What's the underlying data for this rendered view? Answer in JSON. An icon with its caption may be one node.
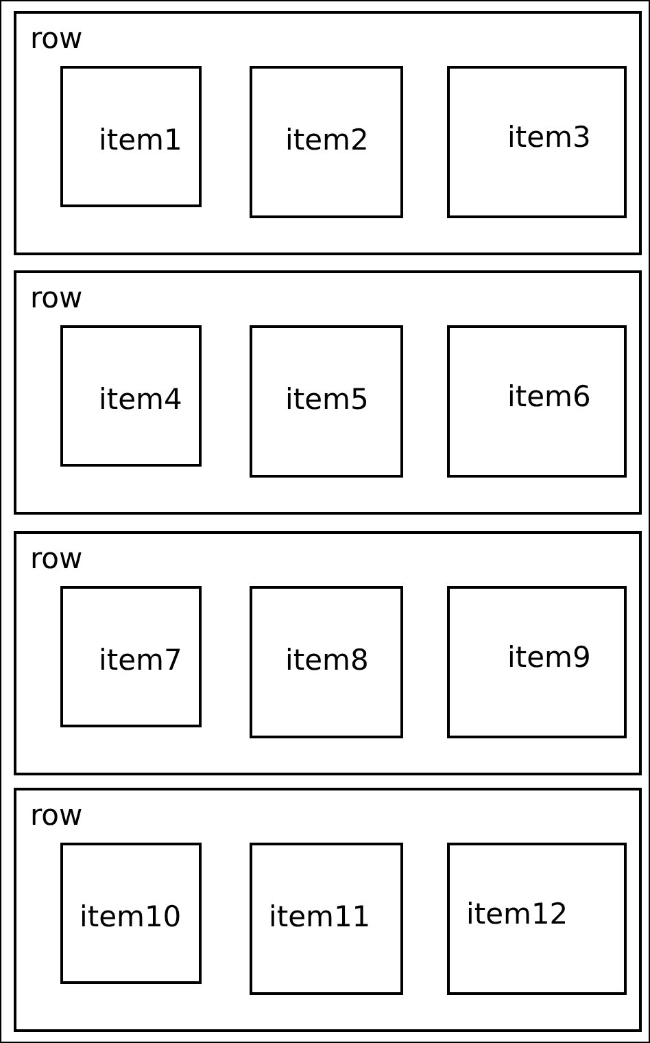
{
  "diagram": {
    "nodes": [
      {
        "text": [
          "row"
        ]
      },
      {
        "text": [
          "item1"
        ],
        "in": 0
      },
      {
        "text": [
          "item2"
        ],
        "in": 0
      },
      {
        "text": [
          "item3"
        ],
        "in": 0
      },
      {
        "text": [
          "row"
        ]
      },
      {
        "text": [
          "item4"
        ],
        "in": 4
      },
      {
        "text": [
          "item5"
        ],
        "in": 4
      },
      {
        "text": [
          "item6"
        ],
        "in": 4
      },
      {
        "text": [
          "row"
        ]
      },
      {
        "text": [
          "item7"
        ],
        "in": 8
      },
      {
        "text": [
          "item8"
        ],
        "in": 8
      },
      {
        "text": [
          "item9"
        ],
        "in": 8
      },
      {
        "text": [
          "row"
        ]
      },
      {
        "text": [
          "item10"
        ],
        "in": 12
      },
      {
        "text": [
          "item11"
        ],
        "in": 12
      },
      {
        "text": [
          "item12"
        ],
        "in": 12
      }
    ],
    "edges": []
  }
}
